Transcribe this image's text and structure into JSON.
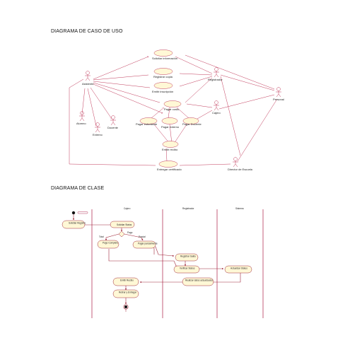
{
  "headings": {
    "use_case": "DIAGRAMA DE CASO DE USO",
    "class": "DIAGRAMA DE CLASE"
  },
  "use_case": {
    "actors": {
      "asistente": "Asistente",
      "registrador": "Registrador",
      "personal": "Personal",
      "cajero": "Cajero",
      "director": "Director de Escuela",
      "alumno": "Alumno",
      "externo": "Externo",
      "docente": "Docente"
    },
    "cases": {
      "solicitar": "Solicitar información",
      "registrar": "Registrar copia",
      "emitir_inscripcion": "Emitir inscripción",
      "pagar_costo": "Pagar costo",
      "pagar_estudiante": "Pagar estudiante",
      "pagar_externo": "Pagar externo",
      "pagar_docente": "Pagar Docente",
      "emitir_recibo": "Emitir recibo",
      "entregar": "Entregar certificado"
    }
  },
  "activity": {
    "lanes": [
      "Cajero",
      "Registrador",
      "Sistema"
    ],
    "nodes": {
      "solicitar_registro": "Solicitar Registro",
      "solicitar_status": "Solicitar Status",
      "pago_completo": "Pago Completo",
      "pagar_parcialmente": "Pagar parcialmente",
      "registrar_saldo": "Registrar Saldo",
      "verificar_status": "Verificar Status",
      "actualizar_status": "Actualizar Status",
      "realizar_datos": "Realizar datos actualizados",
      "emitir_recibo": "Emitir Recibo",
      "retirar_entregar": "Retirar y Entregar"
    },
    "guards": {
      "pago": "Pago",
      "total": "Total",
      "parcial": "Parcial"
    }
  }
}
